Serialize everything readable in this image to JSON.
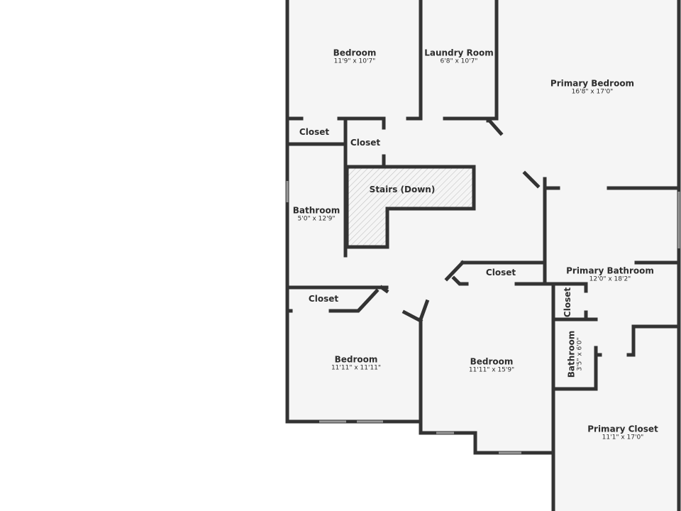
{
  "floor_plan": {
    "rooms": [
      {
        "name": "Bedroom",
        "dims": "11'9\" x 10'7\""
      },
      {
        "name": "Laundry Room",
        "dims": "6'8\" x 10'7\""
      },
      {
        "name": "Primary Bedroom",
        "dims": "16'8\" x 17'0\""
      },
      {
        "name": "Closet"
      },
      {
        "name": "Closet"
      },
      {
        "name": "Stairs (Down)"
      },
      {
        "name": "Bathroom",
        "dims": "5'0\" x 12'9\""
      },
      {
        "name": "Closet"
      },
      {
        "name": "Closet"
      },
      {
        "name": "Primary Bathroom",
        "dims": "12'0\" x 18'2\""
      },
      {
        "name": "Closet"
      },
      {
        "name": "Bedroom",
        "dims": "11'11\" x 11'11\""
      },
      {
        "name": "Bedroom",
        "dims": "11'11\" x 15'9\""
      },
      {
        "name": "Bathroom",
        "dims": "3'5\" x 6'0\""
      },
      {
        "name": "Primary Closet",
        "dims": "11'1\" x 17'0\""
      }
    ],
    "colors": {
      "wall": "#333333",
      "floor": "#f5f5f5"
    }
  }
}
